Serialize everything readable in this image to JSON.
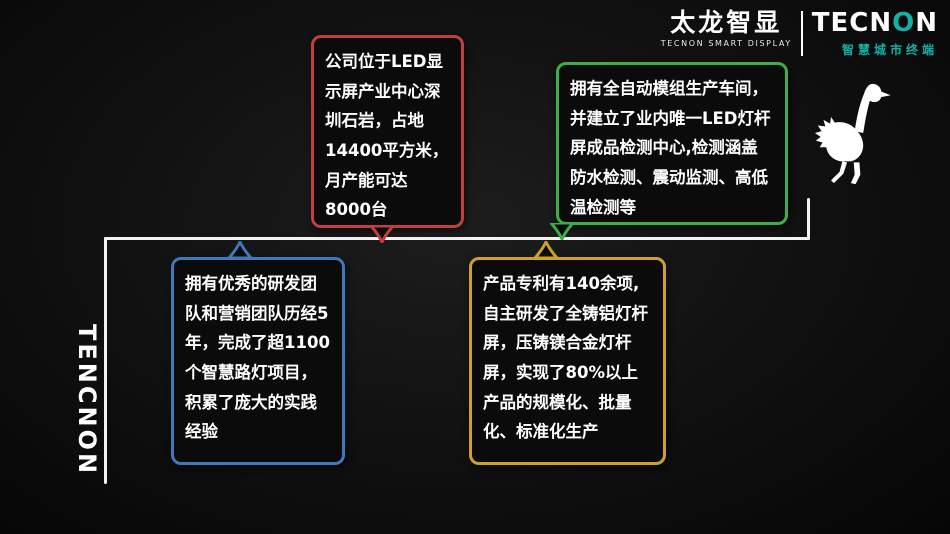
{
  "brand": {
    "cn_name": "太龙智显",
    "cn_sub": "TECNON SMART DISPLAY",
    "en_name_pre": "TECN",
    "en_name_o": "O",
    "en_name_post": "N",
    "en_sub": "智慧城市终端",
    "accent_color": "#14b0a5",
    "vertical_label": "TENCNON"
  },
  "timeline": {
    "line_color": "#f2f2f2"
  },
  "callouts": [
    {
      "id": "factory-location",
      "color": "#c0403b",
      "text": "公司位于LED显示屏产业中心深圳石岩，占地14400平方米，月产能可达8000台"
    },
    {
      "id": "testing-center",
      "color": "#3fae4a",
      "text": "拥有全自动模组生产车间，并建立了业内唯一LED灯杆屏成品检测中心,检测涵盖防水检测、震动监测、高低温检测等"
    },
    {
      "id": "team-experience",
      "color": "#4079b8",
      "text": "拥有优秀的研发团队和营销团队历经5年，完成了超1100个智慧路灯项目，积累了庞大的实践经验"
    },
    {
      "id": "patents-production",
      "color": "#cfa12b",
      "text": "产品专利有140余项,自主研发了全铸铝灯杆屏，压铸镁合金灯杆屏，实现了80%以上产品的规模化、批量化、标准化生产"
    }
  ]
}
